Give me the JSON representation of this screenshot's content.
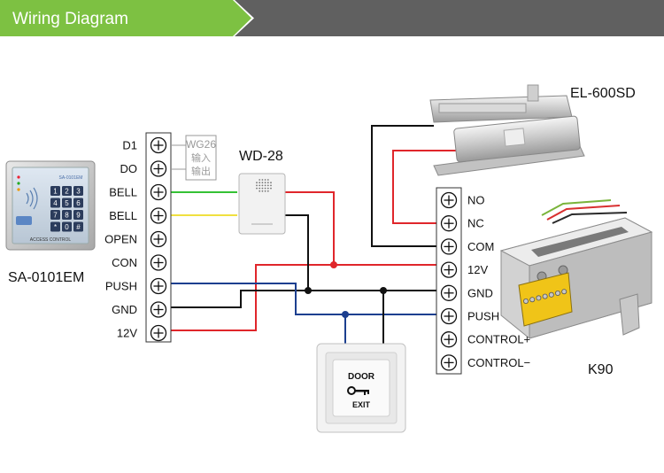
{
  "header": {
    "title": "Wiring Diagram"
  },
  "devices": {
    "reader": {
      "label": "SA-0101EM",
      "brand": "SA-0101EM",
      "panel_text": "ACCESS CONTROL",
      "keys": [
        "1",
        "2",
        "3",
        "4",
        "5",
        "6",
        "7",
        "8",
        "9",
        "*",
        "0",
        "#"
      ]
    },
    "doorbell": {
      "label": "WD-28"
    },
    "lock": {
      "label": "EL-600SD"
    },
    "power": {
      "label": "K90"
    },
    "exit_button": {
      "line1": "DOOR",
      "line2": "EXIT"
    }
  },
  "wg_box": {
    "line1": "WG26",
    "line2": "输入",
    "line3": "输出"
  },
  "left_terminals": [
    "D1",
    "DO",
    "BELL",
    "BELL",
    "OPEN",
    "CON",
    "PUSH",
    "GND",
    "12V"
  ],
  "right_terminals": [
    "NO",
    "NC",
    "COM",
    "12V",
    "GND",
    "PUSH",
    "CONTROL+",
    "CONTROL−"
  ],
  "colors": {
    "header_green": "#7dc142",
    "header_gray": "#606060",
    "wire_red": "#e0262b",
    "wire_black": "#111111",
    "wire_blue": "#1c3f8f",
    "wire_green": "#35c235",
    "wire_yellow": "#f0e040"
  }
}
